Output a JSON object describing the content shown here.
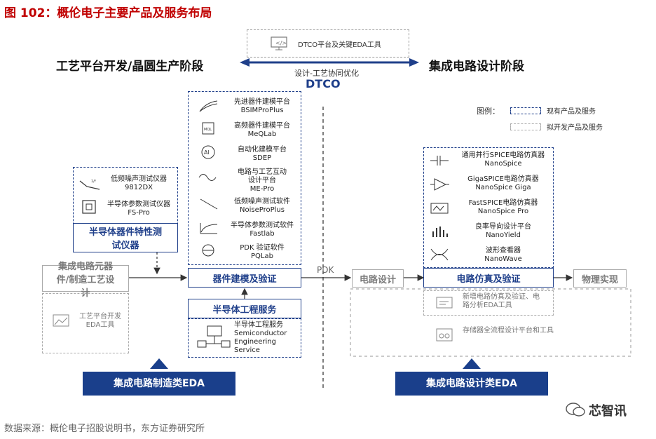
{
  "title": "图 102：概伦电子主要产品及服务布局",
  "stage_left": "工艺平台开发/晶圆生产阶段",
  "stage_right": "集成电路设计阶段",
  "dtco": {
    "box_label": "DTCO平台及关键EDA工具",
    "arrow_label": "设计-工艺协同优化",
    "name": "DTCO"
  },
  "legend": {
    "title": "图例：",
    "existing": "现有产品及服务",
    "planned": "拟开发产品及服务"
  },
  "test_instruments": {
    "items": [
      {
        "name": "低频噪声测试仪器",
        "model": "9812DX"
      },
      {
        "name": "半导体参数测试仪器",
        "model": "FS-Pro"
      }
    ],
    "label": "半导体器件特性测试仪器"
  },
  "device_modeling": {
    "items": [
      {
        "name": "先进器件建模平台",
        "model": "BSIMProPlus"
      },
      {
        "name": "高频器件建模平台",
        "model": "MeQLab"
      },
      {
        "name": "自动化建模平台",
        "model": "SDEP"
      },
      {
        "name": "电路与工艺互动设计平台",
        "model": "ME-Pro"
      },
      {
        "name": "低频噪声测试软件",
        "model": "NoiseProPlus"
      },
      {
        "name": "半导体参数测试软件",
        "model": "Fastlab"
      },
      {
        "name": "PDK 验证软件",
        "model": "PQLab"
      }
    ],
    "label": "器件建模及验证"
  },
  "engineering": {
    "label": "半导体工程服务",
    "item": "半导体工程服务 Semiconductor Engineering Service"
  },
  "ic_process": {
    "label": "集成电路元器件/制造工艺设计",
    "tool": "工艺平台开发EDA工具"
  },
  "pdk": "PDK",
  "circuit_design": "电路设计",
  "simulation": {
    "items": [
      {
        "name": "通用并行SPICE电路仿真器",
        "model": "NanoSpice"
      },
      {
        "name": "GigaSPICE电路仿真器",
        "model": "NanoSpice Giga"
      },
      {
        "name": "FastSPICE电路仿真器",
        "model": "NanoSpice Pro"
      },
      {
        "name": "良率导向设计平台",
        "model": "NanoYield"
      },
      {
        "name": "波形查看器",
        "model": "NanoWave"
      }
    ],
    "label": "电路仿真及验证",
    "planned_1": "新增电路仿真及验证、电路分析EDA工具",
    "planned_2": "存储器全流程设计平台和工具"
  },
  "physical": "物理实现",
  "eda_manufacturing": "集成电路制造类EDA",
  "eda_design": "集成电路设计类EDA",
  "watermark": "芯智讯",
  "source": "数据来源：概伦电子招股说明书，东方证券研究所"
}
